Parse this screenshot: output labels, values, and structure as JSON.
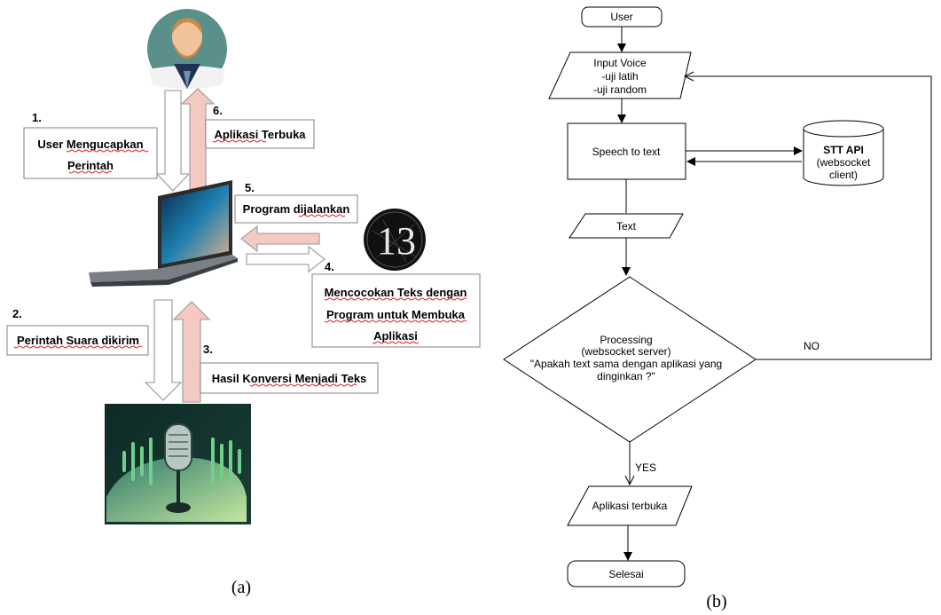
{
  "panel_a": {
    "caption": "(a)",
    "steps": [
      {
        "num": "1.",
        "lines": [
          "User Mengucapkan",
          "Perintah"
        ]
      },
      {
        "num": "2.",
        "lines": [
          "Perintah Suara dikirim"
        ]
      },
      {
        "num": "3.",
        "lines": [
          "Hasil Konversi Menjadi Teks"
        ]
      },
      {
        "num": "4.",
        "lines": [
          "Mencocokan Teks dengan",
          "Program untuk Membuka",
          "Aplikasi"
        ]
      },
      {
        "num": "5.",
        "lines": [
          "Program dijalankan"
        ]
      },
      {
        "num": "6.",
        "lines": [
          "Aplikasi Terbuka"
        ]
      }
    ],
    "logo_text": "13",
    "colors": {
      "down_arrow": "#ffffff",
      "up_arrow": "#f4c9c2",
      "arrow_stroke": "#a6a6a6",
      "avatar_bg": "#5a8f8a"
    }
  },
  "panel_b": {
    "caption": "(b)",
    "start": "User",
    "input": [
      "Input Voice",
      "-uji latih",
      "-uji random"
    ],
    "process": "Speech to text",
    "database": [
      "STT API",
      "(websocket",
      "client)"
    ],
    "data_text": "Text",
    "decision": [
      "Processing",
      "(websocket server)",
      "\"Apakah text sama dengan aplikasi yang",
      "dinginkan ?\""
    ],
    "no_label": "NO",
    "yes_label": "YES",
    "output": "Aplikasi terbuka",
    "end": "Selesai"
  }
}
